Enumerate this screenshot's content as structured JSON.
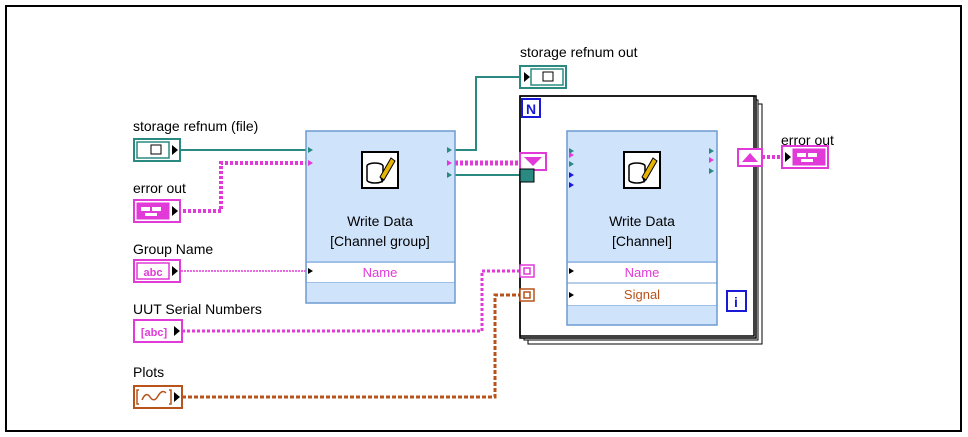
{
  "labels": {
    "storage_refnum_file": "storage refnum (file)",
    "error_out_in": "error out",
    "group_name": "Group Name",
    "uut_serial_numbers": "UUT Serial Numbers",
    "plots": "Plots",
    "storage_refnum_out": "storage refnum out",
    "error_out": "error out"
  },
  "nodes": {
    "write_group": {
      "title_line1": "Write Data",
      "title_line2": "[Channel group]",
      "param": "Name"
    },
    "write_channel": {
      "title_line1": "Write Data",
      "title_line2": "[Channel]",
      "param1": "Name",
      "param2": "Signal"
    }
  },
  "loop": {
    "count_terminal": "N",
    "iteration_terminal": "i"
  },
  "terminal_glyphs": {
    "string": "abc",
    "array_string": "[abc]"
  },
  "colors": {
    "refnum": "#2a8a82",
    "error": "#e23ad8",
    "string": "#e23ad8",
    "waveform": "#b8531b",
    "node_fill": "#cfe3fb",
    "node_border": "#6d9bd1",
    "loop_blue": "#1a1ad6"
  }
}
